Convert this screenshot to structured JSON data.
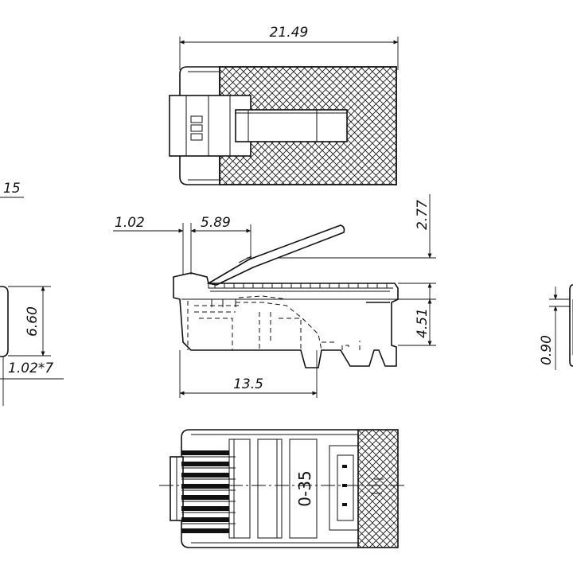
{
  "dimensions": {
    "top_width": "21.49",
    "partial_left": "15",
    "tab_offset": "1.02",
    "latch_span": "5.89",
    "latch_height": "2.77",
    "contact_depth": "4.51",
    "body_length": "13.5",
    "end_height": "6.60",
    "contact_pitch": "1.02*7",
    "blade_thickness": "0.90"
  },
  "bottom_view": {
    "rating_label": "0-35"
  }
}
